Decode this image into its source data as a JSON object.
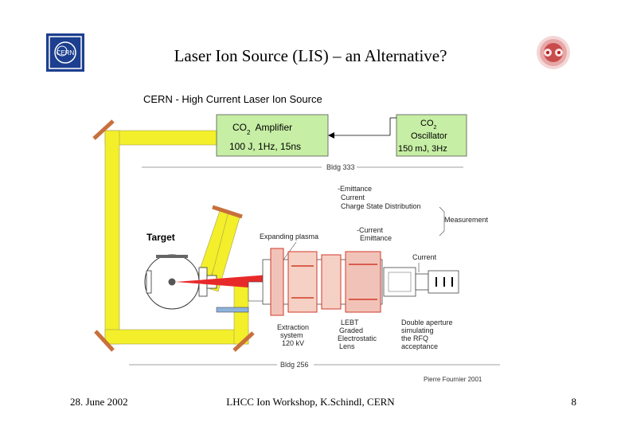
{
  "slide": {
    "title": "Laser Ion Source (LIS) – an Alternative?",
    "footer_date": "28. June 2002",
    "footer_center": "LHCC Ion Workshop, K.Schindl, CERN",
    "page_number": "8"
  },
  "logos": {
    "left": {
      "text": "CERN",
      "icon": "cern-logo-icon"
    },
    "right": {
      "icon": "lhc-dipole-seal-icon"
    }
  },
  "figure": {
    "heading": "CERN - High Current Laser Ion Source",
    "amplifier": {
      "line1": "CO",
      "sub": "2",
      "line1_rest": "Amplifier",
      "line2": "100 J, 1Hz, 15ns"
    },
    "oscillator": {
      "line1": "CO",
      "sub": "2",
      "line2": "Oscillator",
      "line3": "150 mJ, 3Hz"
    },
    "bldg_top": "Bldg 333",
    "bldg_bottom": "Bldg 256",
    "target_label": "Target",
    "expanding_plasma": "Expanding plasma",
    "measurement_list": [
      "-Emittance",
      "Current",
      "Charge State Distribution"
    ],
    "measurement": "Measurement",
    "current_list": [
      "-Current",
      "Emittance"
    ],
    "current": "Current",
    "extraction": [
      "Extraction",
      "system",
      "120 kV"
    ],
    "lebt": [
      "LEBT",
      "Graded",
      "Electrostatic",
      "Lens"
    ],
    "double_aperture": [
      "Double aperture",
      "simulating",
      "the RFQ",
      "acceptance"
    ],
    "credit": "Pierre Fournier 2001"
  },
  "colors": {
    "beam_yellow": "#f3ef2a",
    "box_green": "#c6eea4",
    "mirror_orange": "#c8703c",
    "beam_red": "#e8292a",
    "source_red": "#d23a2a"
  }
}
